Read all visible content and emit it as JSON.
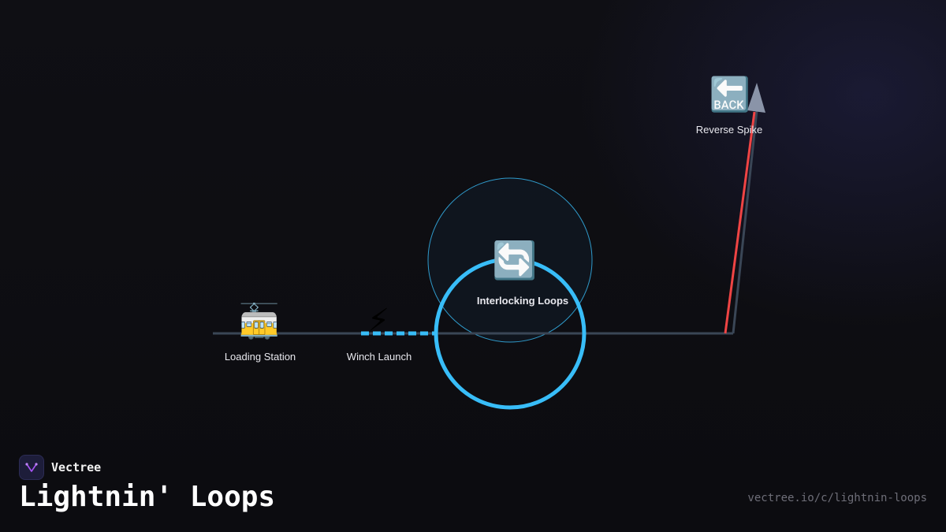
{
  "brand": {
    "name": "Vectree",
    "logo_icon": "vectree-logo-icon"
  },
  "title": "Lightnin' Loops",
  "url": "vectree.io/c/lightnin-loops",
  "diagram": {
    "nodes": [
      {
        "id": "loading",
        "label": "Loading Station",
        "icon": "tram-icon",
        "glyph": "🚋"
      },
      {
        "id": "winch",
        "label": "Winch Launch",
        "icon": "lightning-icon",
        "glyph": "⚡"
      },
      {
        "id": "loops",
        "label": "Interlocking Loops",
        "icon": "loop-arrows-icon",
        "glyph": "🔄"
      },
      {
        "id": "spike",
        "label": "Reverse Spike",
        "icon": "back-arrow-icon",
        "glyph": "🔙"
      }
    ]
  },
  "colors": {
    "track": "#3a4656",
    "launch": "#38bdf8",
    "loop": "#38bdf8",
    "spike": "#ef4444",
    "highlight_ring": "#38bdf8",
    "spike_tip": "#8a94a8"
  }
}
